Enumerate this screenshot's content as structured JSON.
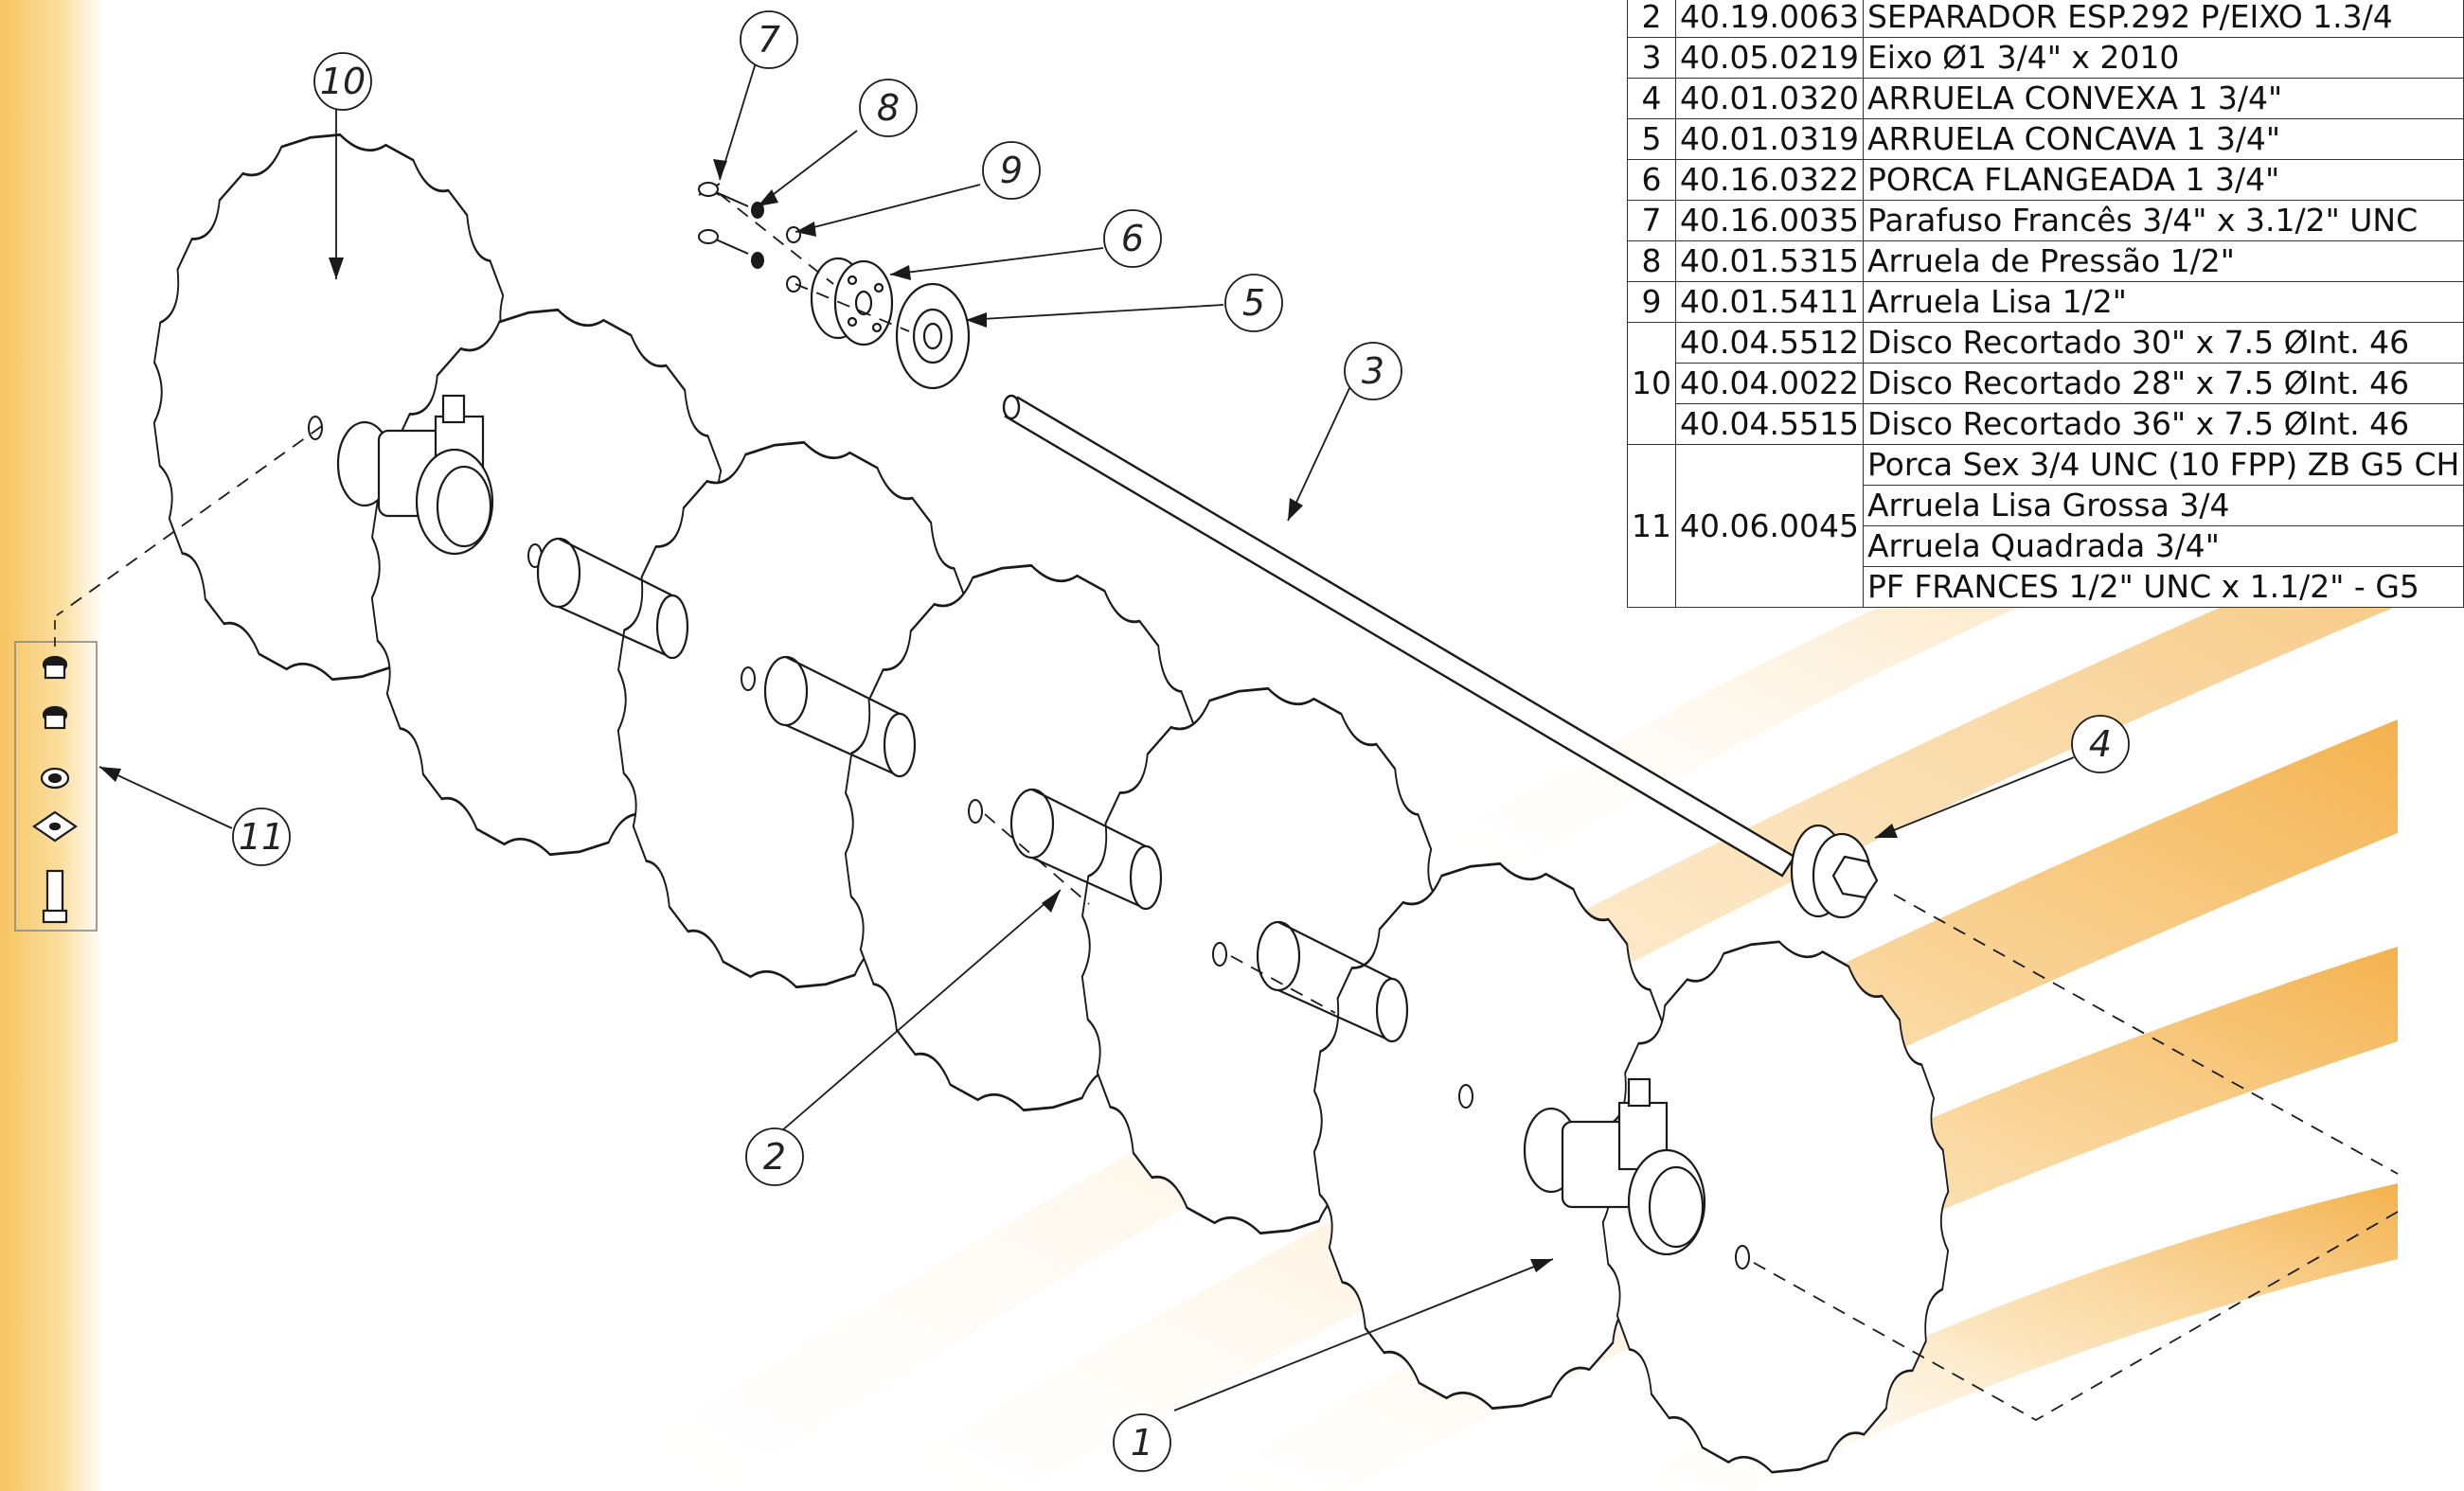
{
  "callouts": [
    "1",
    "2",
    "3",
    "4",
    "5",
    "6",
    "7",
    "8",
    "9",
    "10",
    "11"
  ],
  "parts_table": {
    "rows": [
      {
        "item": "2",
        "code": "40.19.0063",
        "desc": "SEPARADOR ESP.292 P/EIXO 1.3/4"
      },
      {
        "item": "3",
        "code": "40.05.0219",
        "desc": "Eixo Ø1 3/4\" x 2010"
      },
      {
        "item": "4",
        "code": "40.01.0320",
        "desc": "ARRUELA CONVEXA 1 3/4\""
      },
      {
        "item": "5",
        "code": "40.01.0319",
        "desc": "ARRUELA CONCAVA 1 3/4\""
      },
      {
        "item": "6",
        "code": "40.16.0322",
        "desc": "PORCA FLANGEADA 1 3/4\""
      },
      {
        "item": "7",
        "code": "40.16.0035",
        "desc": "Parafuso Francês 3/4\" x 3.1/2\" UNC"
      },
      {
        "item": "8",
        "code": "40.01.5315",
        "desc": "Arruela de Pressão 1/2\""
      },
      {
        "item": "9",
        "code": "40.01.5411",
        "desc": "Arruela Lisa 1/2\""
      }
    ],
    "group10": {
      "item": "10",
      "rows": [
        {
          "code": "40.04.5512",
          "desc": "Disco Recortado 30\" x 7.5 ØInt. 46"
        },
        {
          "code": "40.04.0022",
          "desc": "Disco Recortado 28\" x 7.5 ØInt. 46"
        },
        {
          "code": "40.04.5515",
          "desc": "Disco Recortado 36\" x 7.5 ØInt. 46"
        }
      ]
    },
    "group11": {
      "item": "11",
      "code": "40.06.0045",
      "descs": [
        "Porca Sex 3/4 UNC (10 FPP) ZB G5 CH",
        "Arruela Lisa Grossa 3/4",
        "Arruela Quadrada 3/4\"",
        "PF FRANCES 1/2\" UNC x 1.1/2\" - G5"
      ]
    }
  },
  "colors": {
    "line": "#1a1a1a",
    "accent_orange": "#f3b24a",
    "accent_light": "#fde6b0"
  }
}
